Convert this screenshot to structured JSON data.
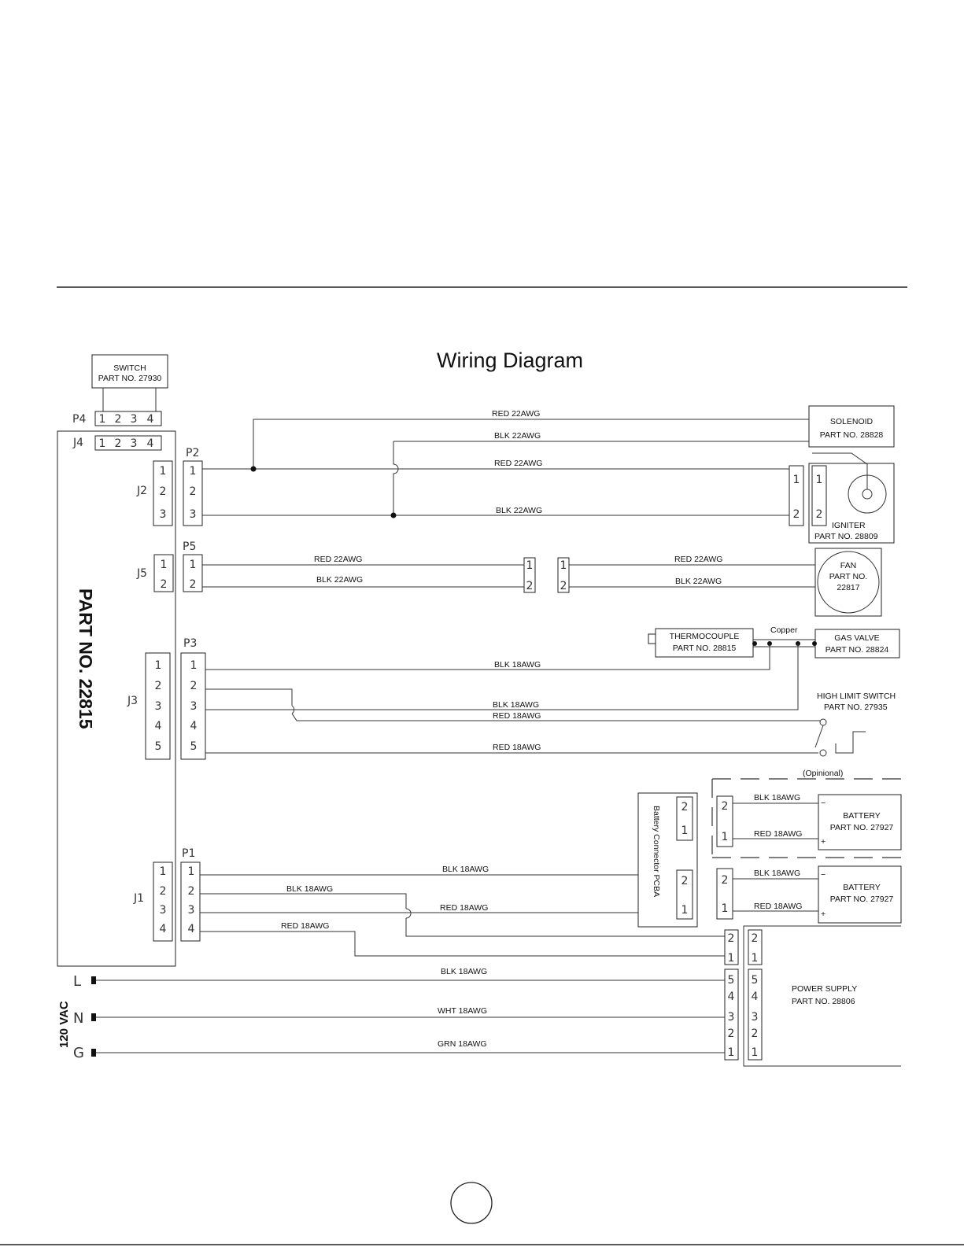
{
  "title": "Wiring Diagram",
  "main_board": "PART NO. 22815",
  "components": {
    "switch": [
      "SWITCH",
      "PART NO. 27930"
    ],
    "solenoid": [
      "SOLENOID",
      "PART NO. 28828"
    ],
    "igniter": [
      "IGNITER",
      "PART NO. 28809"
    ],
    "fan": [
      "FAN",
      "PART NO.",
      "22817"
    ],
    "thermocouple": [
      "THERMOCOUPLE",
      "PART NO. 28815"
    ],
    "gas_valve": [
      "GAS VALVE",
      "PART NO. 28824"
    ],
    "high_limit": [
      "HIGH LIMIT SWITCH",
      "PART NO. 27935"
    ],
    "battery_opt": [
      "BATTERY",
      "PART NO. 27927"
    ],
    "battery": [
      "BATTERY",
      "PART NO. 27927"
    ],
    "battery_pcba": "Battery Connector PCBA",
    "power_supply": [
      "POWER SUPPLY",
      "PART NO. 28806"
    ]
  },
  "connectors": {
    "p4": "P4",
    "j4": "J4",
    "p2": "P2",
    "j2": "J2",
    "p5": "P5",
    "j5": "J5",
    "p3": "P3",
    "j3": "J3",
    "p1": "P1",
    "j1": "J1"
  },
  "labels": {
    "copper": "Copper",
    "optional": "(Opinional)",
    "vac": "120 VAC",
    "l": "L",
    "n": "N",
    "g": "G",
    "minus": "−",
    "plus": "+"
  },
  "wires": {
    "w1": "RED 22AWG",
    "w2": "BLK 22AWG",
    "w3": "RED 22AWG",
    "w4": "BLK 22AWG",
    "w5": "RED 22AWG",
    "w6": "BLK 22AWG",
    "w7": "RED 22AWG",
    "w8": "BLK 22AWG",
    "w9": "BLK 18AWG",
    "w10": "BLK 18AWG",
    "w11": "RED 18AWG",
    "w12": "RED 18AWG",
    "w13": "BLK 18AWG",
    "w14": "RED 18AWG",
    "w15": "BLK 18AWG",
    "w16": "RED 18AWG",
    "w17": "BLK 18AWG",
    "w18": "BLK 18AWG",
    "w19": "RED 18AWG",
    "w20": "RED 18AWG",
    "w21": "BLK 18AWG",
    "w22": "WHT 18AWG",
    "w23": "GRN 18AWG"
  }
}
